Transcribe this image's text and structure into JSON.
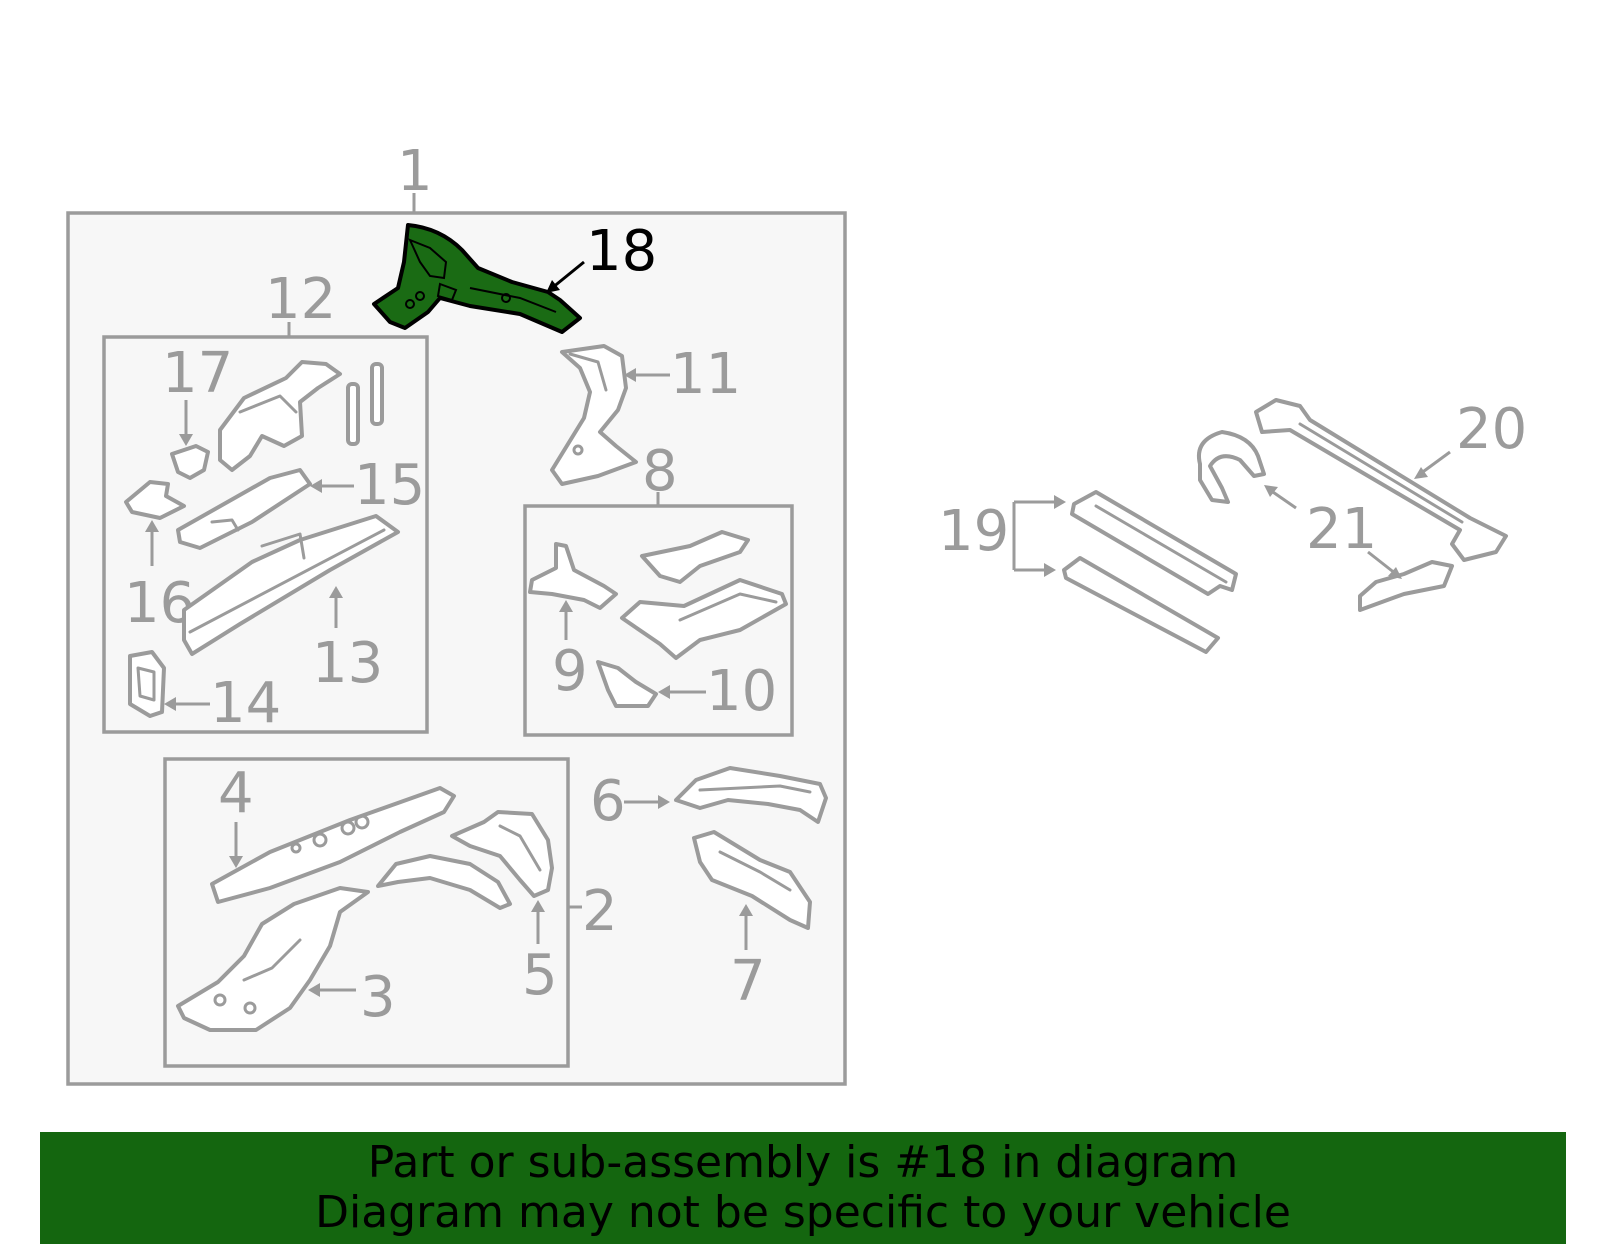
{
  "diagram": {
    "callouts": {
      "c1": "1",
      "c2": "2",
      "c3": "3",
      "c4": "4",
      "c5": "5",
      "c6": "6",
      "c7": "7",
      "c8": "8",
      "c9": "9",
      "c10": "10",
      "c11": "11",
      "c12": "12",
      "c13": "13",
      "c14": "14",
      "c15": "15",
      "c16": "16",
      "c17": "17",
      "c18": "18",
      "c19": "19",
      "c20": "20",
      "c21": "21"
    },
    "highlighted_part": "18",
    "colors": {
      "highlight_fill": "#1a6b14",
      "banner_bg": "#14660f",
      "line_gray": "#9b9b9b",
      "panel_bg": "#f7f7f7"
    }
  },
  "banner": {
    "line1": "Part or sub-assembly is #18 in diagram",
    "line2": "Diagram may not be specific to your vehicle"
  }
}
